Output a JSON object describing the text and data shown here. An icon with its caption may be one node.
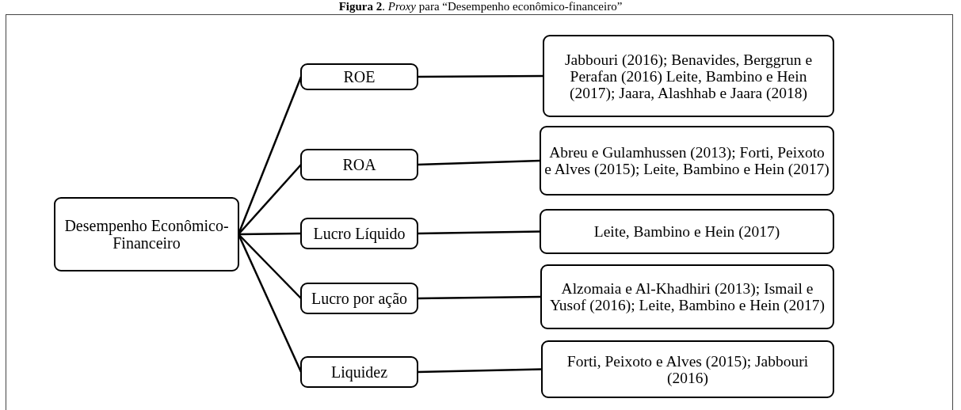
{
  "diagram": {
    "title": "**Figura 2**. *Proxy* para “Desempenho econômico-financeiro”",
    "nodes": [
      {
        "text": [
          "Desempenho Econômico-Financeiro"
        ]
      },
      {
        "text": [
          "ROE"
        ]
      },
      {
        "text": [
          "ROA"
        ]
      },
      {
        "text": [
          "Lucro Líquido"
        ]
      },
      {
        "text": [
          "Lucro por ação"
        ]
      },
      {
        "text": [
          "Liquidez"
        ]
      },
      {
        "text": [
          "Jabbouri (2016); Benavides, Berggrun e Perafan (2016) Leite, Bambino e Hein (2017); Jaara, Alashhab e Jaara (2018)"
        ]
      },
      {
        "text": [
          "Abreu e Gulamhussen (2013); Forti, Peixoto e Alves (2015); Leite, Bambino e Hein (2017)"
        ]
      },
      {
        "text": [
          "Leite, Bambino e Hein (2017)"
        ]
      },
      {
        "text": [
          "Alzomaia e Al-Khadhiri (2013); Ismail e Yusof (2016); Leite, Bambino e Hein (2017)"
        ]
      },
      {
        "text": [
          "Forti, Peixoto e Alves (2015); Jabbouri (2016)"
        ]
      }
    ],
    "edges": [
      {
        "from": 0,
        "to": 1,
        "arrow": "none"
      },
      {
        "from": 0,
        "to": 2,
        "arrow": "none"
      },
      {
        "from": 0,
        "to": 3,
        "arrow": "none"
      },
      {
        "from": 0,
        "to": 4,
        "arrow": "none"
      },
      {
        "from": 0,
        "to": 5,
        "arrow": "none"
      },
      {
        "from": 1,
        "to": 6,
        "arrow": "none"
      },
      {
        "from": 2,
        "to": 7,
        "arrow": "none"
      },
      {
        "from": 3,
        "to": 8,
        "arrow": "none"
      },
      {
        "from": 4,
        "to": 9,
        "arrow": "none"
      },
      {
        "from": 5,
        "to": 10,
        "arrow": "none"
      }
    ]
  }
}
